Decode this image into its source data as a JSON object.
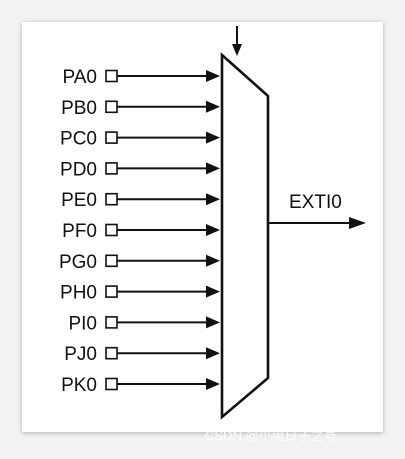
{
  "diagram": {
    "inputs": [
      "PA0",
      "PB0",
      "PC0",
      "PD0",
      "PE0",
      "PF0",
      "PG0",
      "PH0",
      "PI0",
      "PJ0",
      "PK0"
    ],
    "output": "EXTI0",
    "has_select_input": true
  },
  "watermark": "CSDN @小电日子之号",
  "colors": {
    "line": "#111111",
    "panel": "#ffffff",
    "background": "#f2f2f2"
  }
}
